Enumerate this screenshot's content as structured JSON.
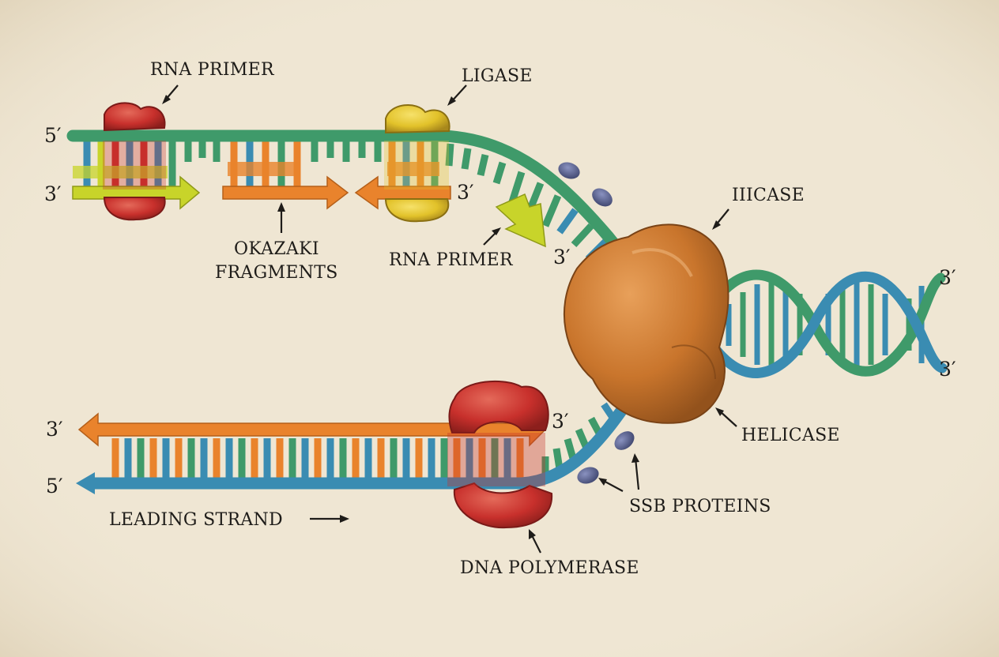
{
  "labels": {
    "rna_primer_top": "RNA PRIMER",
    "ligase": "LIGASE",
    "okazaki_line1": "OKAZAKI",
    "okazaki_line2": "FRAGMENTS",
    "rna_primer_mid": "RNA PRIMER",
    "iiicase": "IIICASE",
    "helicase": "HELICASE",
    "ssb_proteins": "SSB PROTEINS",
    "dna_polymerase": "DNA POLYMERASE",
    "leading_strand": "LEADING STRAND"
  },
  "strand_ends": {
    "top_left_5": "5′",
    "top_left_3": "3′",
    "top_mid_3": "3′",
    "primer_3": "3′",
    "right_top_3": "3′",
    "right_bottom_3": "3′",
    "bottom_left_3": "3′",
    "bottom_left_5": "5′",
    "bottom_mid_3": "3′"
  },
  "colors": {
    "background": "#efe6d3",
    "lagging_strand": "#3f9a6a",
    "leading_strand": "#3a8cb2",
    "new_strand": "#e9832c",
    "rna_primer": "#c8d42a",
    "dna_polymerase": "#c8302c",
    "ligase": "#e2c22a",
    "helicase": "#c9752c",
    "ssb": "#5d6598"
  }
}
